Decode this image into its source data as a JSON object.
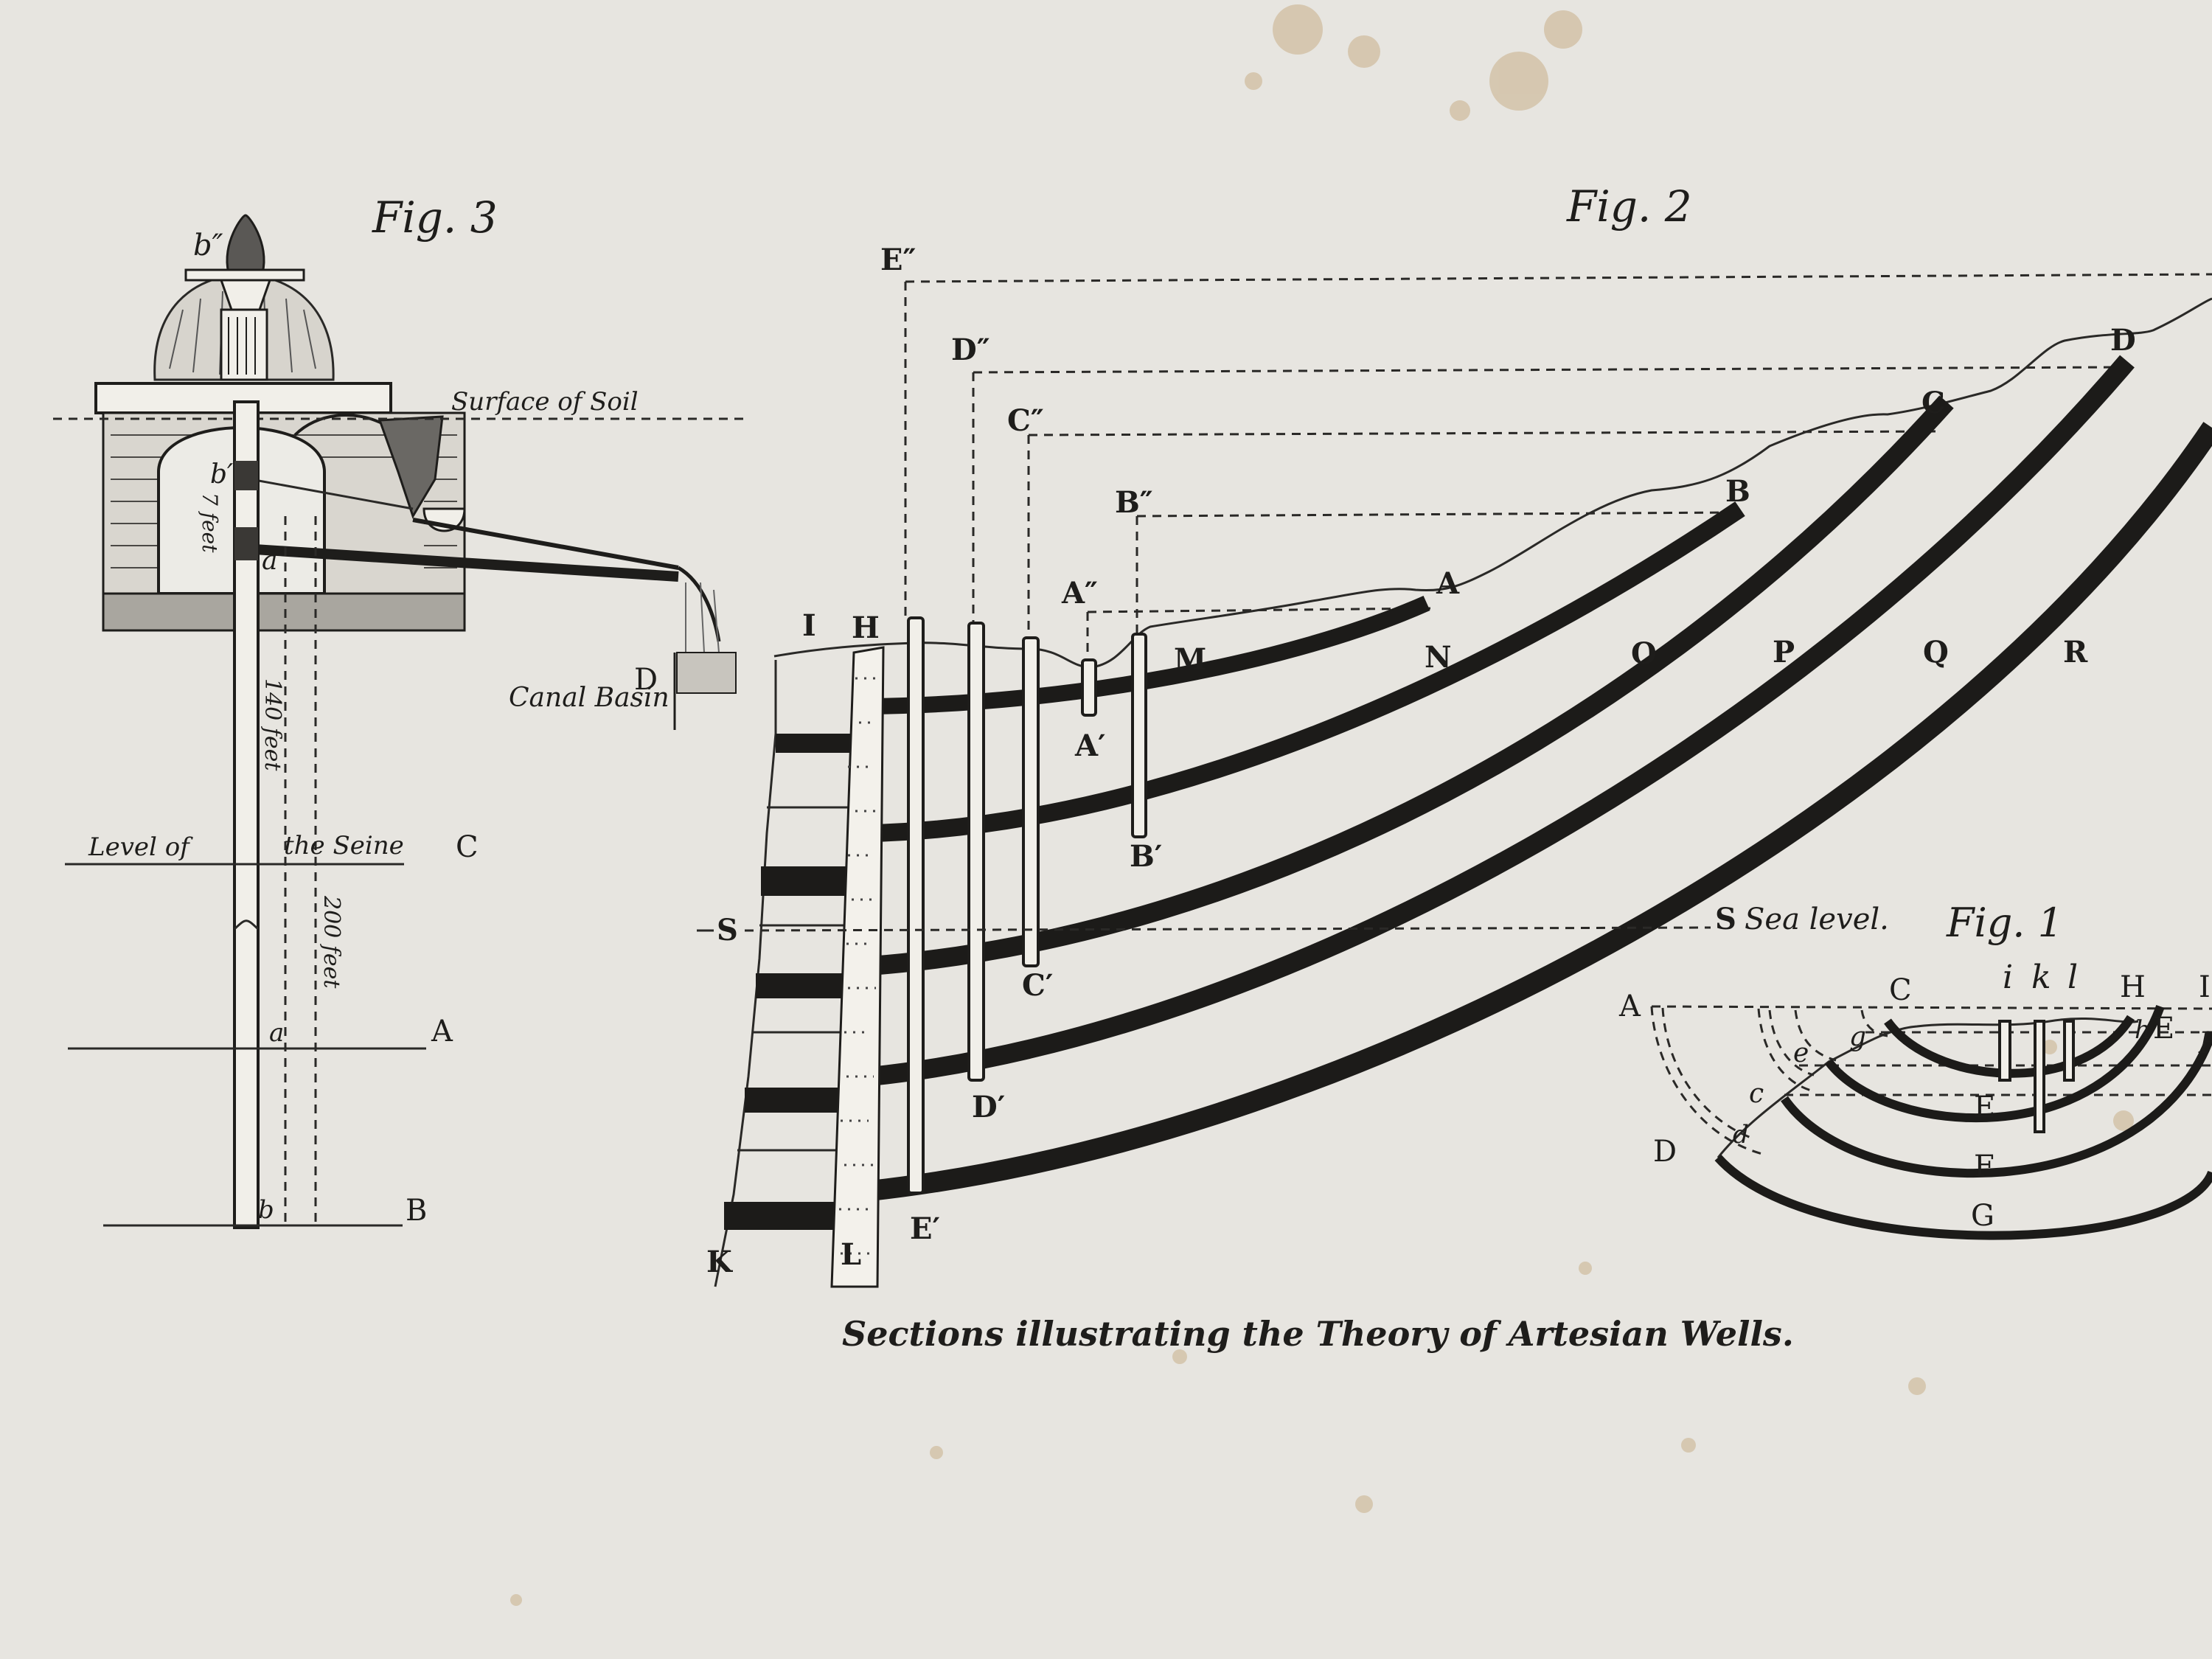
{
  "caption": "Sections illustrating the Theory of Artesian Wells.",
  "colors": {
    "paper": "#e7e5e0",
    "ink": "#1e1d1b",
    "stain": "#c9b08a"
  },
  "fig3": {
    "title": "Fig. 3",
    "labels": {
      "b2": "b″",
      "b1": "b′",
      "a1": "a′",
      "a": "a",
      "b": "b",
      "A": "A",
      "B": "B",
      "C": "C",
      "D": "D",
      "surface": "Surface of Soil",
      "level_of": "Level of",
      "the_seine": "the Seine",
      "canal_basin": "Canal Basin",
      "seven_feet": "7 feet",
      "feet140": "140 feet",
      "feet200": "200 feet"
    }
  },
  "fig2": {
    "title": "Fig. 2",
    "outcrops": [
      "A",
      "B",
      "C",
      "D"
    ],
    "zones": [
      "M",
      "N",
      "O",
      "P",
      "Q",
      "R"
    ],
    "heads": [
      "A″",
      "B″",
      "C″",
      "D″",
      "E″"
    ],
    "wells": [
      "A′",
      "B′",
      "C′",
      "D′",
      "E′"
    ],
    "left": {
      "I": "I",
      "H": "H",
      "K": "K",
      "L": "L",
      "S": "S"
    },
    "sea": {
      "S": "S",
      "text": "Sea level."
    }
  },
  "fig1": {
    "title": "Fig. 1",
    "upper": [
      "A",
      "C",
      "i",
      "k",
      "l",
      "H"
    ],
    "small": [
      "e",
      "g",
      "c",
      "d",
      "h"
    ],
    "E_label": "E",
    "cut": [
      "I",
      "F"
    ],
    "D": "D",
    "strata": [
      "E",
      "F",
      "G"
    ]
  }
}
